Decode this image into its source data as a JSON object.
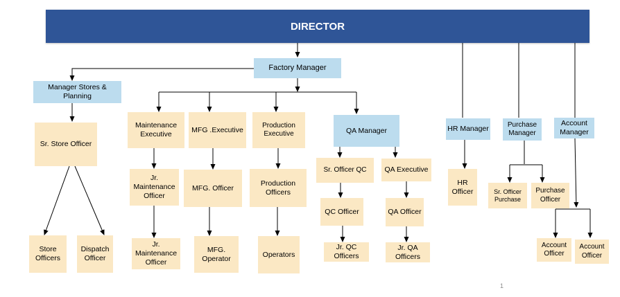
{
  "title": "DIRECTOR",
  "nodes": {
    "factory_manager": "Factory Manager",
    "manager_stores": "Manager Stores & Planning",
    "sr_store_officer": "Sr. Store Officer",
    "store_officers": "Store Officers",
    "dispatch_officer": "Dispatch Officer",
    "maintenance_exec": "Maintenance Executive",
    "jr_maint_officer_1": "Jr. Maintenance Officer",
    "jr_maint_officer_2": "Jr. Maintenance Officer",
    "mfg_exec": "MFG .Executive",
    "mfg_officer": "MFG. Officer",
    "mfg_operator": "MFG. Operator",
    "production_exec": "Production Executive",
    "production_officers": "Production Officers",
    "operators": "Operators",
    "qa_manager": "QA Manager",
    "sr_officer_qc": "Sr. Officer QC",
    "qc_officer": "QC Officer",
    "jr_qc_officers": "Jr. QC Officers",
    "qa_exec": "QA Executive",
    "qa_officer": "QA Officer",
    "jr_qa_officers": "Jr. QA Officers",
    "hr_manager": "HR Manager",
    "hr_officer": "HR Officer",
    "purchase_manager": "Purchase Manager",
    "sr_officer_purchase": "Sr. Officer Purchase",
    "purchase_officer": "Purchase Officer",
    "account_manager": "Account Manager",
    "account_officer_1": "Account Officer",
    "account_officer_2": "Account Officer"
  },
  "page_number": "1",
  "colors": {
    "director_bg": "#2f5597",
    "manager_bg": "#bcdcee",
    "staff_bg": "#fbe8c4",
    "connector": "#000000"
  }
}
